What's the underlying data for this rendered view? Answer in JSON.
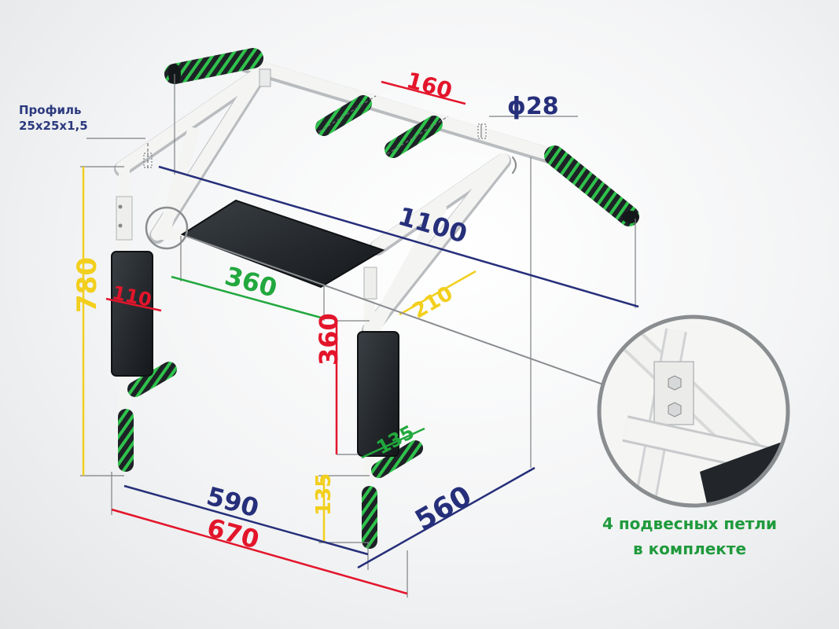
{
  "colors": {
    "frame": "#f4f4f2",
    "frame_shadow": "#b9bcbf",
    "grip_green": "#2fc24c",
    "grip_black": "#1e2226",
    "pad": "#23272b",
    "dim_blue": "#262f7a",
    "dim_red": "#e3152b",
    "dim_yellow": "#f2cf1d",
    "dim_green": "#22a83e",
    "caption_green": "#1f9a3c",
    "label_blue": "#2b3a7e"
  },
  "labels": {
    "profile_line1": "Профиль",
    "profile_line2": "25х25х1,5",
    "diameter": "ϕ28",
    "width_top": "1100",
    "grip_spacing": "160",
    "seat_length": "360",
    "seat_width": "210",
    "height_total": "780",
    "pad_width": "110",
    "pad_height": "360",
    "lower_grip": "135",
    "handle_offset": "135",
    "base_inner": "590",
    "base_outer": "670",
    "depth": "560",
    "caption_line1": "4 подвесных петли",
    "caption_line2": "в комплекте"
  }
}
